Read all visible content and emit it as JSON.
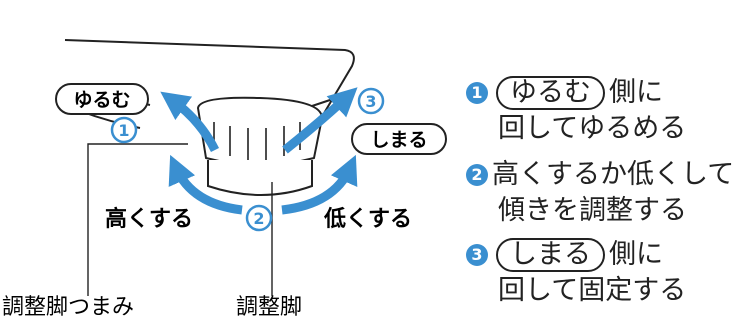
{
  "diagram": {
    "label_loosen": "ゆるむ",
    "label_tighten": "しまる",
    "label_higher": "高くする",
    "label_lower": "低くする",
    "label_knob": "調整脚つまみ",
    "label_foot": "調整脚",
    "markers": [
      "1",
      "2",
      "3"
    ],
    "colors": {
      "arrow": "#3a8fd0",
      "line": "#222222",
      "marker_fill": "#ffffff"
    }
  },
  "steps": [
    {
      "num": "1",
      "pill": "ゆるむ",
      "text1": "側に",
      "text2": "回してゆるめる"
    },
    {
      "num": "2",
      "text1": "高くするか低くして",
      "text2": "傾きを調整する"
    },
    {
      "num": "3",
      "pill": "しまる",
      "text1": "側に",
      "text2": "回して固定する"
    }
  ]
}
